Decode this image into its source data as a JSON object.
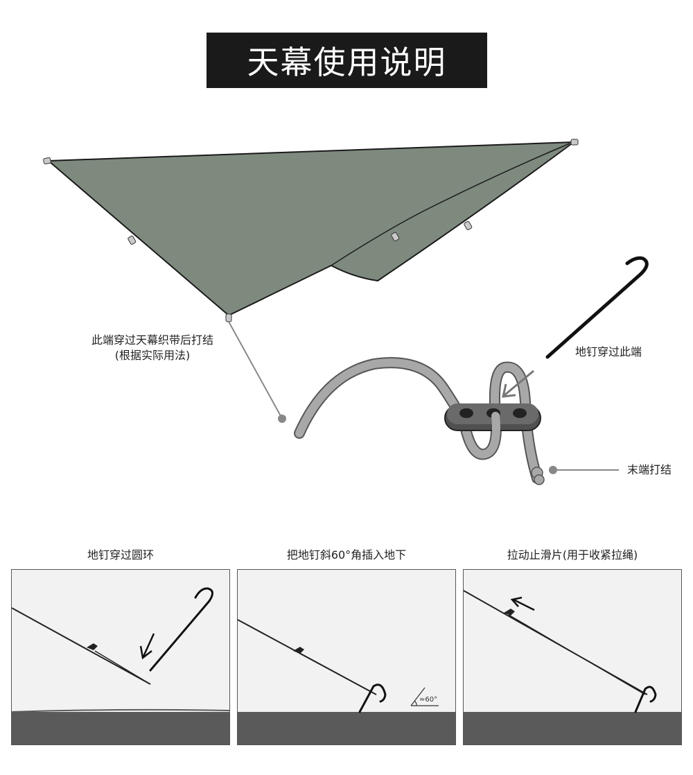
{
  "title": "天幕使用说明",
  "labels": {
    "tarp_tie": "此端穿过天幕织带后打结",
    "tarp_tie_note": "(根据实际用法)",
    "stake_through": "地钉穿过此端",
    "end_knot": "末端打结"
  },
  "steps": [
    {
      "caption": "地钉穿过圆环"
    },
    {
      "caption": "把地钉斜60°角插入地下",
      "angle_label": "≈60°"
    },
    {
      "caption": "拉动止滑片(用于收紧拉绳)"
    }
  ],
  "colors": {
    "tarp_main": "#7f8a7f",
    "tarp_under": "#5f6a60",
    "rope": "#a8a8a8",
    "tensioner": "#505050",
    "ground": "#5a5a5a",
    "panel_bg": "#f2f2f2"
  },
  "icons": [
    "tarp-illustration",
    "rope-icon",
    "tensioner-icon",
    "stake-icon",
    "arrow-icon"
  ]
}
